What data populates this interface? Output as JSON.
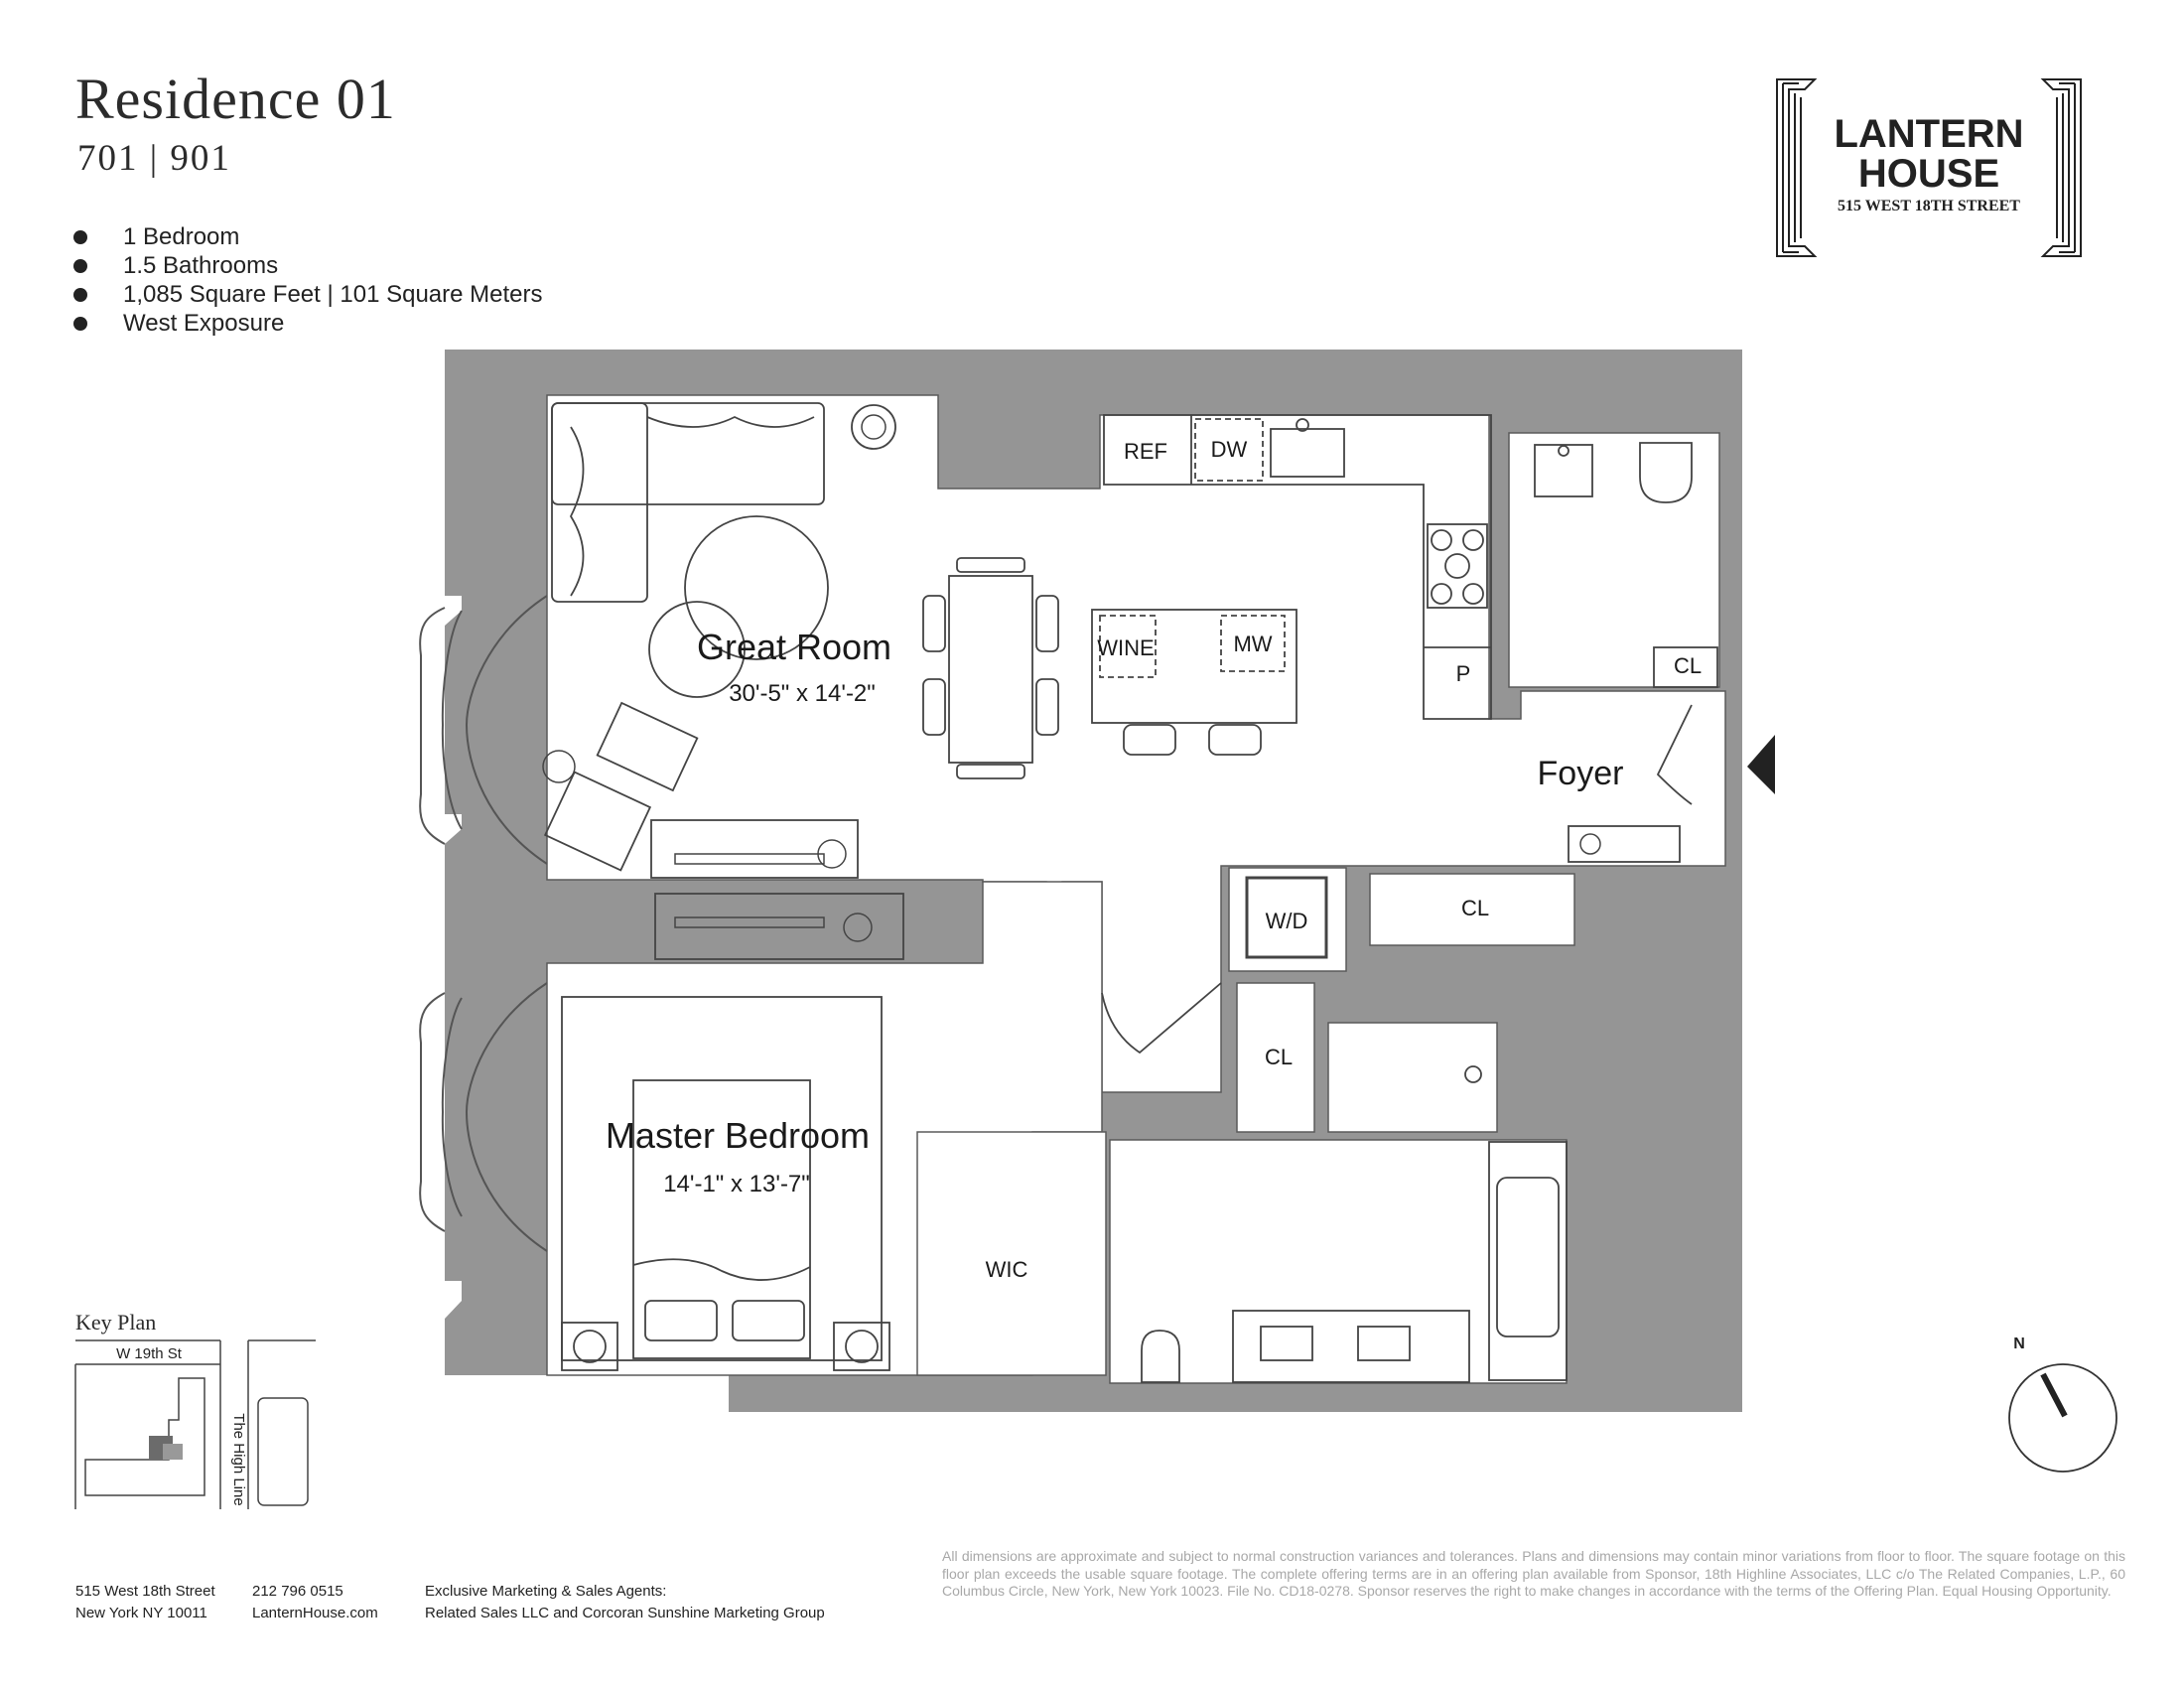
{
  "header": {
    "title": "Residence 01",
    "units": "701 | 901"
  },
  "features": [
    "1 Bedroom",
    "1.5 Bathrooms",
    "1,085 Square Feet | 101 Square Meters",
    "West Exposure"
  ],
  "logo": {
    "line1": "LANTERN",
    "line2": "HOUSE",
    "line3": "515 WEST 18TH STREET"
  },
  "rooms": {
    "great_room_name": "Great Room",
    "great_room_dims": "30'-5\" x 14'-2\"",
    "master_name": "Master Bedroom",
    "master_dims": "14'-1\" x 13'-7\"",
    "foyer": "Foyer"
  },
  "fixtures": {
    "ref": "REF",
    "dw": "DW",
    "wine": "WINE",
    "mw": "MW",
    "pantry": "P",
    "cl_bath": "CL",
    "wd": "W/D",
    "cl_hall": "CL",
    "cl_small": "CL",
    "wic": "WIC"
  },
  "compass": {
    "label": "N"
  },
  "key_plan": {
    "title": "Key Plan",
    "street": "W 19th St",
    "highline": "The High Line"
  },
  "footer": {
    "address_line1": "515 West 18th Street",
    "address_line2": "New York NY 10011",
    "phone": "212 796 0515",
    "website": "LanternHouse.com",
    "agents_line1": "Exclusive Marketing & Sales Agents:",
    "agents_line2": "Related Sales LLC and Corcoran Sunshine Marketing Group",
    "disclaimer": "All dimensions are approximate and subject to normal construction variances and tolerances. Plans and dimensions may contain minor variations from floor to floor. The square footage on this floor plan exceeds the usable square footage. The complete offering terms are in an offering plan available from Sponsor, 18th Highline Associates, LLC c/o The Related Companies, L.P., 60 Columbus Circle, New York, New York 10023. File No. CD18-0278. Sponsor reserves the right to make changes in accordance with the terms of the Offering Plan. Equal Housing Opportunity."
  },
  "colors": {
    "wall": "#959595",
    "line": "#3a3a3a",
    "text": "#1a1a1a",
    "disclaimer": "#a8a8a8"
  }
}
